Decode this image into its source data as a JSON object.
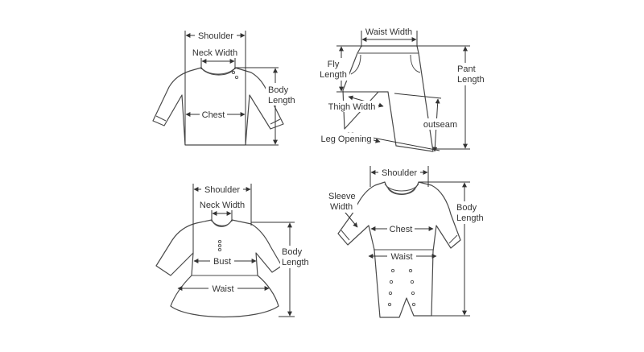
{
  "colors": {
    "line": "#4a4a4a",
    "text": "#333333",
    "background": "#ffffff"
  },
  "shirt": {
    "shoulder": "Shoulder",
    "neck_width": "Neck Width",
    "chest": "Chest",
    "body_length_1": "Body",
    "body_length_2": "Length"
  },
  "pants": {
    "waist_width": "Waist Width",
    "fly_length_1": "Fly",
    "fly_length_2": "Length",
    "thigh_width": "Thigh Width",
    "leg_opening": "Leg Opening",
    "outseam": "outseam",
    "pant_length_1": "Pant",
    "pant_length_2": "Length"
  },
  "dress": {
    "shoulder": "Shoulder",
    "neck_width": "Neck Width",
    "bust": "Bust",
    "waist": "Waist",
    "body_length_1": "Body",
    "body_length_2": "Length"
  },
  "romper": {
    "shoulder": "Shoulder",
    "sleeve_width_1": "Sleeve",
    "sleeve_width_2": "Width",
    "chest": "Chest",
    "waist": "Waist",
    "body_length_1": "Body",
    "body_length_2": "Length"
  }
}
